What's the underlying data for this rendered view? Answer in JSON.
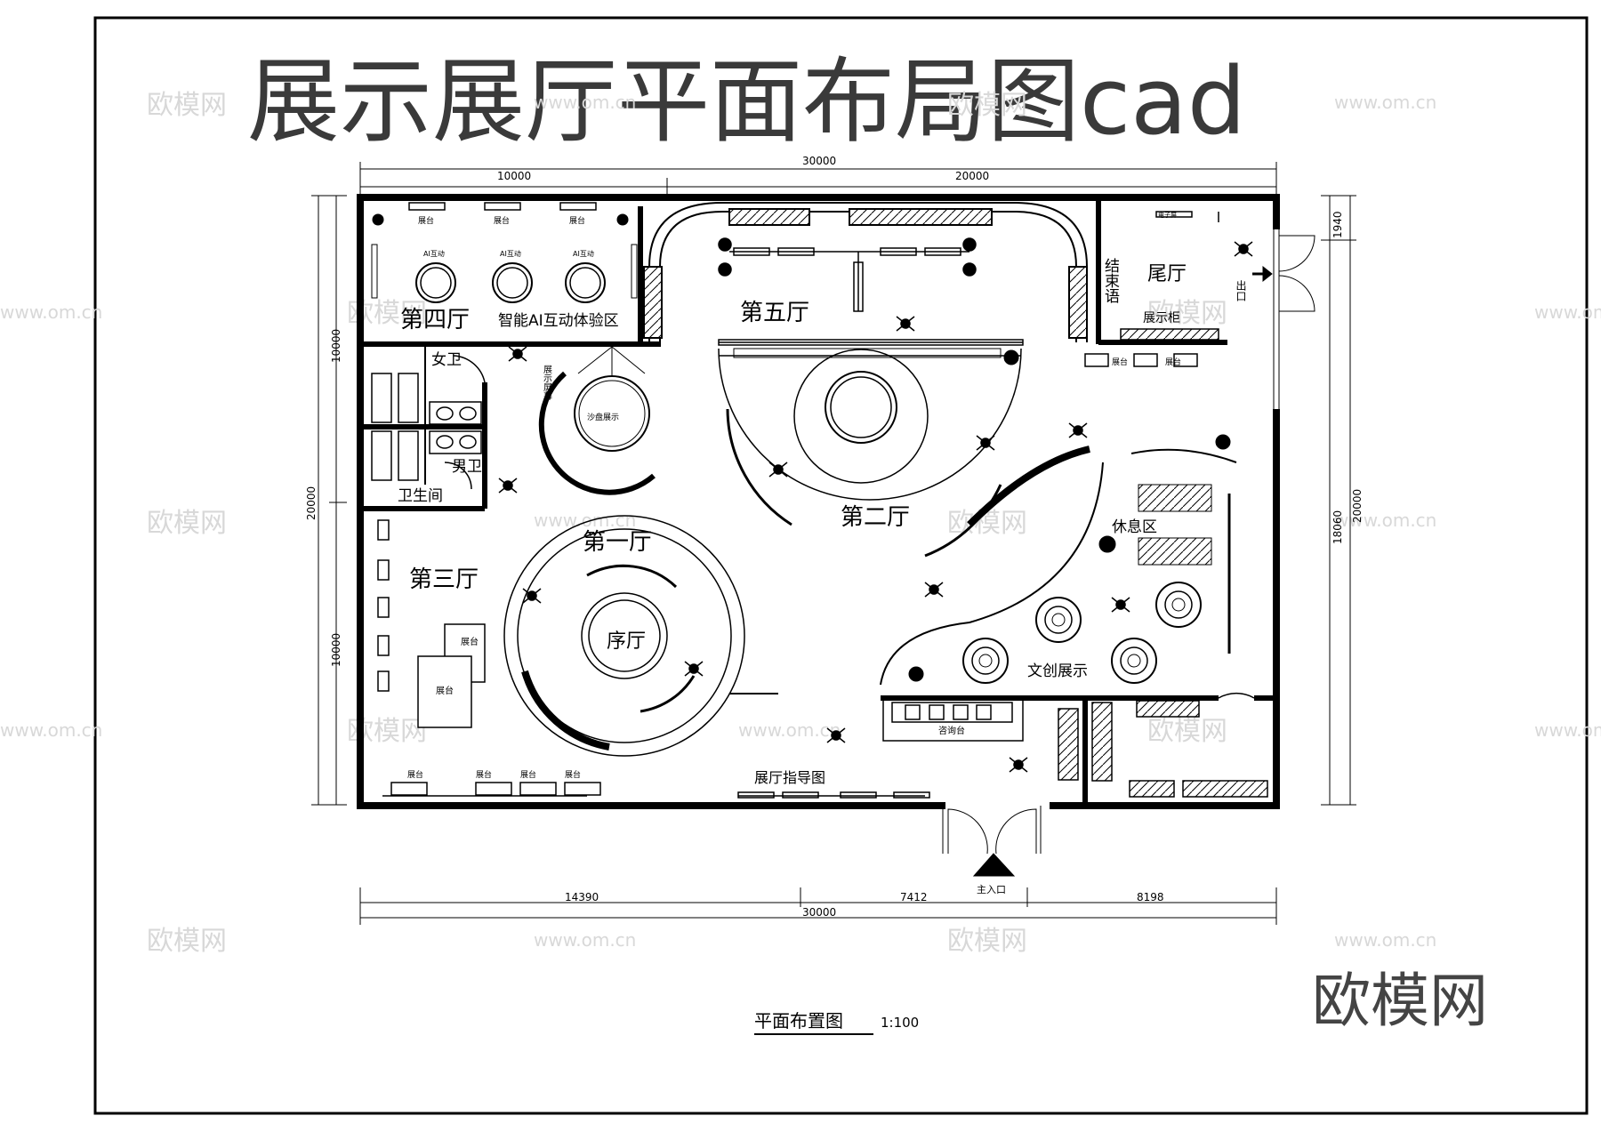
{
  "title": "展示展厅平面布局图cad",
  "watermark": "欧模网",
  "watermark_url": "www.om.cn",
  "brand": "欧模网",
  "caption": "平面布置图",
  "scale": "1:100",
  "dimensions": {
    "top_total": "30000",
    "top_left": "10000",
    "top_right": "20000",
    "bottom_total": "30000",
    "bottom_a": "14390",
    "bottom_b": "7412",
    "bottom_c": "8198",
    "left_total": "20000",
    "left_top": "10000",
    "left_bottom": "10000",
    "right_total": "20000",
    "right_inner": "18060",
    "right_top": "1940"
  },
  "rooms": {
    "hall1": "第一厅",
    "hall2": "第二厅",
    "hall3": "第三厅",
    "hall4": "第四厅",
    "hall5": "第五厅",
    "tail": "尾厅",
    "prelude": "序厅",
    "ai_zone": "智能AI互动体验区",
    "ai_interact": "AI互动",
    "toilet": "卫生间",
    "female": "女卫",
    "male": "男卫",
    "rest": "休息区",
    "cultural": "文创展示",
    "epilogue": "结束语",
    "show_cabinet": "展示柜",
    "booth": "展台",
    "sand_table": "沙盘展示",
    "screen": "展示屏幕",
    "consult": "咨询台",
    "guide": "展厅指导图",
    "exit": "出口",
    "main_entrance": "主入口",
    "elec_screen": "电子屏"
  }
}
